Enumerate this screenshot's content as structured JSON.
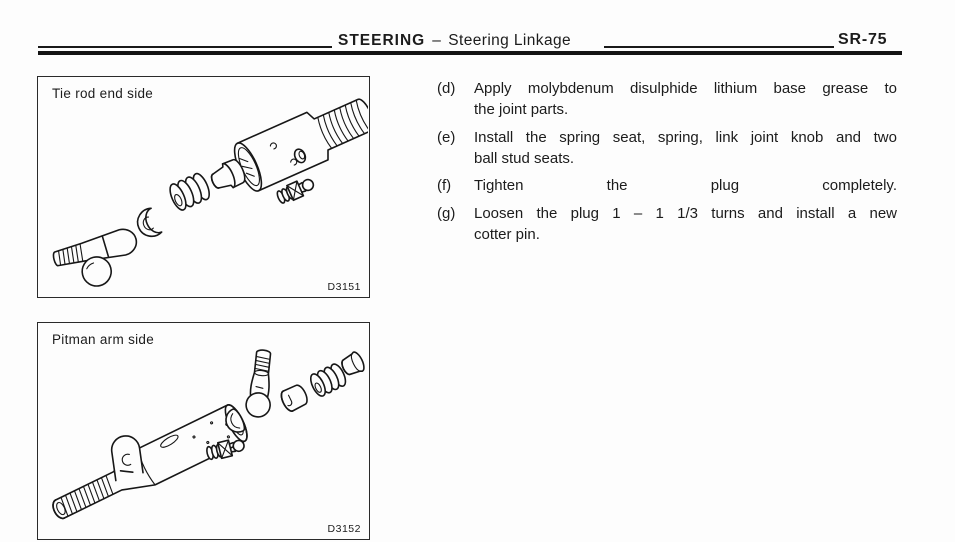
{
  "header": {
    "section": "STEERING",
    "separator": "–",
    "subsection": "Steering Linkage",
    "page_code": "SR-75"
  },
  "figures": [
    {
      "caption": "Tie rod end side",
      "code": "D3151"
    },
    {
      "caption": "Pitman arm side",
      "code": "D3152"
    }
  ],
  "steps": [
    {
      "label": "(d)",
      "lines": [
        "Apply molybdenum disulphide lithium base grease to",
        "the joint parts."
      ]
    },
    {
      "label": "(e)",
      "lines": [
        "Install the spring seat, spring, link joint knob and two",
        "ball stud seats."
      ]
    },
    {
      "label": "(f)",
      "lines": [
        "Tighten the plug completely."
      ]
    },
    {
      "label": "(g)",
      "lines": [
        "Loosen the plug 1 – 1 1/3 turns and install a new",
        "cotter pin."
      ]
    }
  ],
  "colors": {
    "ink": "#1a1a1a",
    "paper": "#fdfdfd"
  }
}
